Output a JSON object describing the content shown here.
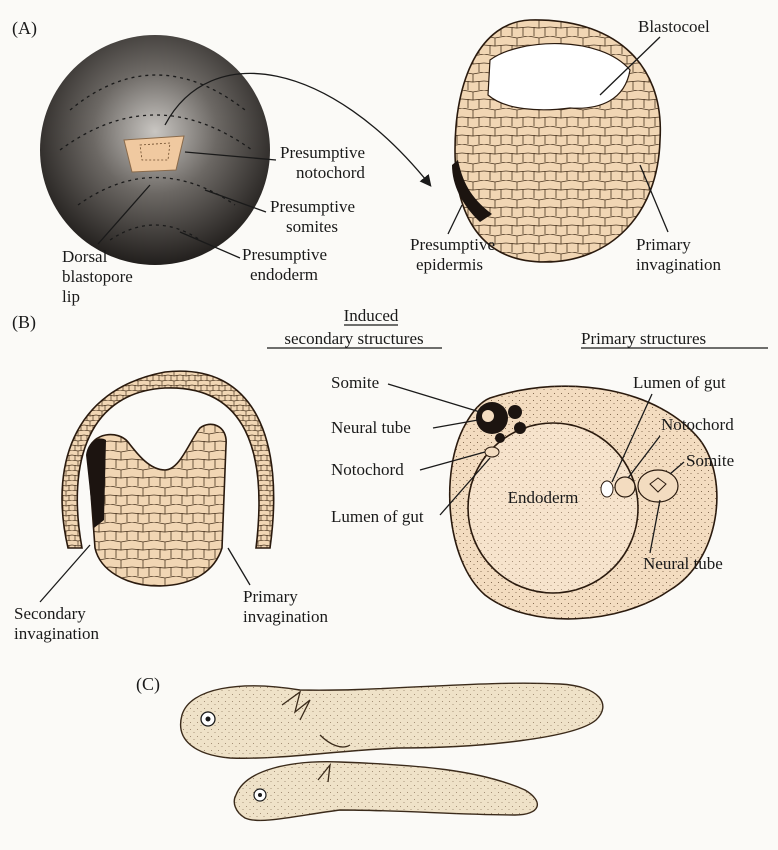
{
  "panels": {
    "a": "(A)",
    "b": "(B)",
    "c": "(C)"
  },
  "panel_a": {
    "blastocoel": "Blastocoel",
    "presumptive_notochord": [
      "Presumptive",
      "notochord"
    ],
    "presumptive_somites": [
      "Presumptive",
      "somites"
    ],
    "presumptive_endoderm": [
      "Presumptive",
      "endoderm"
    ],
    "dorsal_blastopore_lip": [
      "Dorsal",
      "blastopore",
      "lip"
    ],
    "presumptive_epidermis": [
      "Presumptive",
      "epidermis"
    ],
    "primary_invagination": [
      "Primary",
      "invagination"
    ]
  },
  "panel_b": {
    "induced_heading": [
      "Induced",
      "secondary structures"
    ],
    "primary_heading": "Primary structures",
    "secondary_invagination": [
      "Secondary",
      "invagination"
    ],
    "primary_invagination": [
      "Primary",
      "invagination"
    ],
    "left_labels": {
      "somite": "Somite",
      "neural_tube": "Neural tube",
      "notochord": "Notochord",
      "lumen_of_gut": "Lumen of gut"
    },
    "endoderm": "Endoderm",
    "right_labels": {
      "lumen_of_gut": "Lumen of gut",
      "notochord": "Notochord",
      "somite": "Somite",
      "neural_tube": "Neural tube"
    }
  },
  "colors": {
    "tissue": "#f3dcc0",
    "cell": "#efd2ae",
    "embryo_dark": "#1c1410",
    "tadpole": "#efe2c8"
  }
}
